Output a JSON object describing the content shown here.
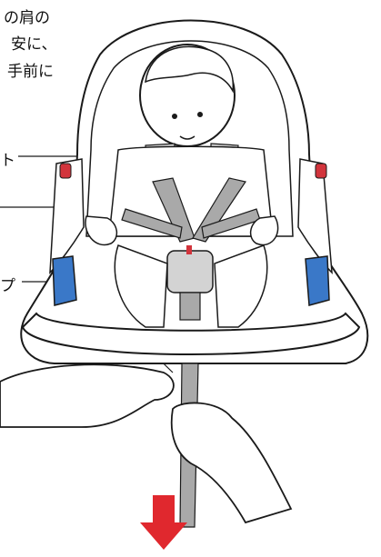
{
  "instruction_lines": [
    "の肩の",
    "安に、",
    "手前に"
  ],
  "callouts": {
    "pad_label_fragment": "ト",
    "strap_label_fragment": "プ"
  },
  "colors": {
    "line": "#1a1a1a",
    "belt_gray": "#a9a9a9",
    "pad_gray": "#d3d3d3",
    "blue_release": "#3a78c8",
    "red_tab": "#d2343c",
    "arrow_red": "#e0282e"
  }
}
